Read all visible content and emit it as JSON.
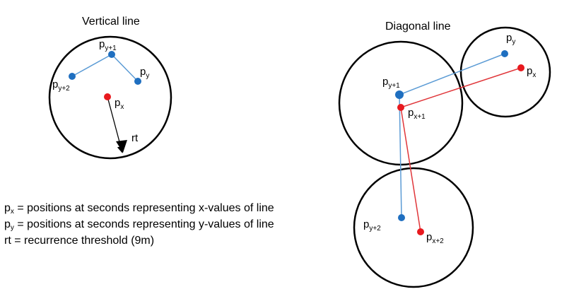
{
  "panels": {
    "vertical": {
      "title": "Vertical line"
    },
    "diagonal": {
      "title": "Diagonal line"
    }
  },
  "labels": {
    "p": "p",
    "y1": "y+1",
    "y2": "y+2",
    "y": "y",
    "x": "x",
    "x1": "x+1",
    "x2": "x+2",
    "rt": "rt"
  },
  "legend": {
    "px_symbol": "p",
    "px_sub": "x",
    "px_text": " = positions at seconds representing x-values of line",
    "py_symbol": "p",
    "py_sub": "y",
    "py_text": " = positions at seconds representing y-values of line",
    "rt_text": "rt = recurrence threshold (9m)"
  },
  "colors": {
    "blue_point": "#1f6fc0",
    "blue_line": "#5b9bd5",
    "red_point": "#e8191e",
    "red_line": "#e0363a",
    "circle": "#000000"
  }
}
